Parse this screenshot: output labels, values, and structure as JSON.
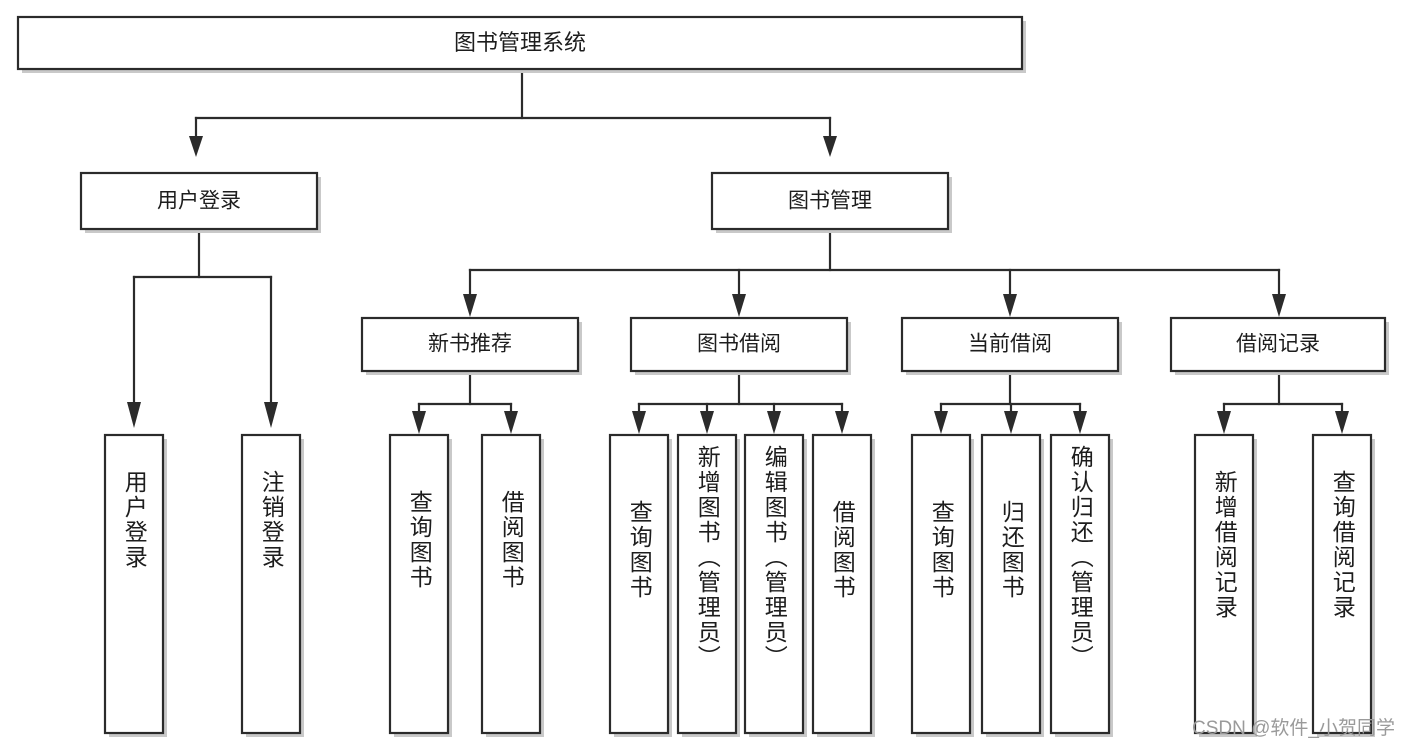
{
  "diagram": {
    "title": "图书管理系统",
    "type": "tree",
    "watermark": "CSDN @软件_小贺同学",
    "colors": {
      "stroke": "#2b2b2b",
      "fill": "#ffffff",
      "text": "#1d1d1d",
      "shadow": "#c9c9c9",
      "watermark": "#9a9a9a"
    },
    "levels": {
      "root": {
        "label": "图书管理系统"
      },
      "level2": [
        {
          "label": "用户登录"
        },
        {
          "label": "图书管理"
        }
      ],
      "level3": [
        {
          "label": "新书推荐"
        },
        {
          "label": "图书借阅"
        },
        {
          "label": "当前借阅"
        },
        {
          "label": "借阅记录"
        }
      ]
    },
    "groups": [
      {
        "parent": "用户登录",
        "leaves": [
          {
            "label": "用户登录"
          },
          {
            "label": "注销登录"
          }
        ]
      },
      {
        "parent": "新书推荐",
        "leaves": [
          {
            "label": "查询图书"
          },
          {
            "label": "借阅图书"
          }
        ]
      },
      {
        "parent": "图书借阅",
        "leaves": [
          {
            "label": "查询图书"
          },
          {
            "label": "新增图书（管理员）"
          },
          {
            "label": "编辑图书（管理员）"
          },
          {
            "label": "借阅图书"
          }
        ]
      },
      {
        "parent": "当前借阅",
        "leaves": [
          {
            "label": "查询图书"
          },
          {
            "label": "归还图书"
          },
          {
            "label": "确认归还（管理员）"
          }
        ]
      },
      {
        "parent": "借阅记录",
        "leaves": [
          {
            "label": "新增借阅记录"
          },
          {
            "label": "查询借阅记录"
          }
        ]
      }
    ]
  },
  "chart_data": {
    "type": "table",
    "title": "图书管理系统",
    "nodes": [
      {
        "id": "root",
        "label": "图书管理系统",
        "level": 1,
        "parent": null
      },
      {
        "id": "n2a",
        "label": "用户登录",
        "level": 2,
        "parent": "root"
      },
      {
        "id": "n2b",
        "label": "图书管理",
        "level": 2,
        "parent": "root"
      },
      {
        "id": "n3a",
        "label": "新书推荐",
        "level": 3,
        "parent": "n2b"
      },
      {
        "id": "n3b",
        "label": "图书借阅",
        "level": 3,
        "parent": "n2b"
      },
      {
        "id": "n3c",
        "label": "当前借阅",
        "level": 3,
        "parent": "n2b"
      },
      {
        "id": "n3d",
        "label": "借阅记录",
        "level": 3,
        "parent": "n2b"
      },
      {
        "id": "l1",
        "label": "用户登录",
        "level": 3,
        "parent": "n2a"
      },
      {
        "id": "l2",
        "label": "注销登录",
        "level": 3,
        "parent": "n2a"
      },
      {
        "id": "l3",
        "label": "查询图书",
        "level": 4,
        "parent": "n3a"
      },
      {
        "id": "l4",
        "label": "借阅图书",
        "level": 4,
        "parent": "n3a"
      },
      {
        "id": "l5",
        "label": "查询图书",
        "level": 4,
        "parent": "n3b"
      },
      {
        "id": "l6",
        "label": "新增图书（管理员）",
        "level": 4,
        "parent": "n3b"
      },
      {
        "id": "l7",
        "label": "编辑图书（管理员）",
        "level": 4,
        "parent": "n3b"
      },
      {
        "id": "l8",
        "label": "借阅图书",
        "level": 4,
        "parent": "n3b"
      },
      {
        "id": "l9",
        "label": "查询图书",
        "level": 4,
        "parent": "n3c"
      },
      {
        "id": "l10",
        "label": "归还图书",
        "level": 4,
        "parent": "n3c"
      },
      {
        "id": "l11",
        "label": "确认归还（管理员）",
        "level": 4,
        "parent": "n3c"
      },
      {
        "id": "l12",
        "label": "新增借阅记录",
        "level": 4,
        "parent": "n3d"
      },
      {
        "id": "l13",
        "label": "查询借阅记录",
        "level": 4,
        "parent": "n3d"
      }
    ]
  }
}
